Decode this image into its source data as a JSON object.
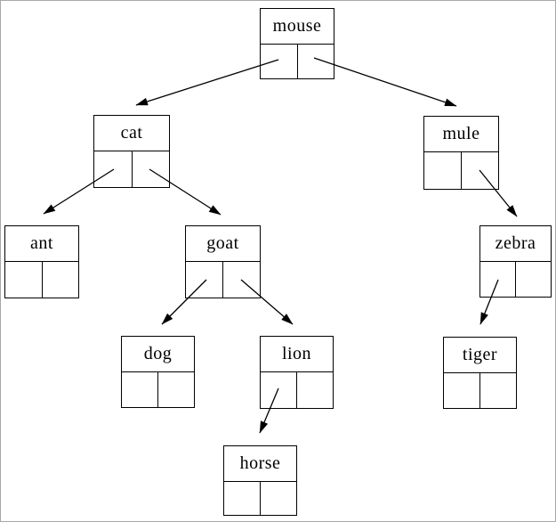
{
  "diagram": {
    "title": "binary-search-tree-of-animal-names",
    "colors": {
      "node_border": "#000000",
      "arrow": "#000000",
      "background": "#ffffff",
      "page_border": "#a8a8a8"
    },
    "nodes": [
      {
        "id": "mouse",
        "label": "mouse"
      },
      {
        "id": "cat",
        "label": "cat"
      },
      {
        "id": "mule",
        "label": "mule"
      },
      {
        "id": "ant",
        "label": "ant"
      },
      {
        "id": "goat",
        "label": "goat"
      },
      {
        "id": "zebra",
        "label": "zebra"
      },
      {
        "id": "dog",
        "label": "dog"
      },
      {
        "id": "lion",
        "label": "lion"
      },
      {
        "id": "tiger",
        "label": "tiger"
      },
      {
        "id": "horse",
        "label": "horse"
      }
    ],
    "edges": [
      {
        "from": "mouse",
        "pointer": "left",
        "to": "cat"
      },
      {
        "from": "mouse",
        "pointer": "right",
        "to": "mule"
      },
      {
        "from": "cat",
        "pointer": "left",
        "to": "ant"
      },
      {
        "from": "cat",
        "pointer": "right",
        "to": "goat"
      },
      {
        "from": "mule",
        "pointer": "right",
        "to": "zebra"
      },
      {
        "from": "goat",
        "pointer": "left",
        "to": "dog"
      },
      {
        "from": "goat",
        "pointer": "right",
        "to": "lion"
      },
      {
        "from": "zebra",
        "pointer": "left",
        "to": "tiger"
      },
      {
        "from": "lion",
        "pointer": "left",
        "to": "horse"
      }
    ]
  }
}
